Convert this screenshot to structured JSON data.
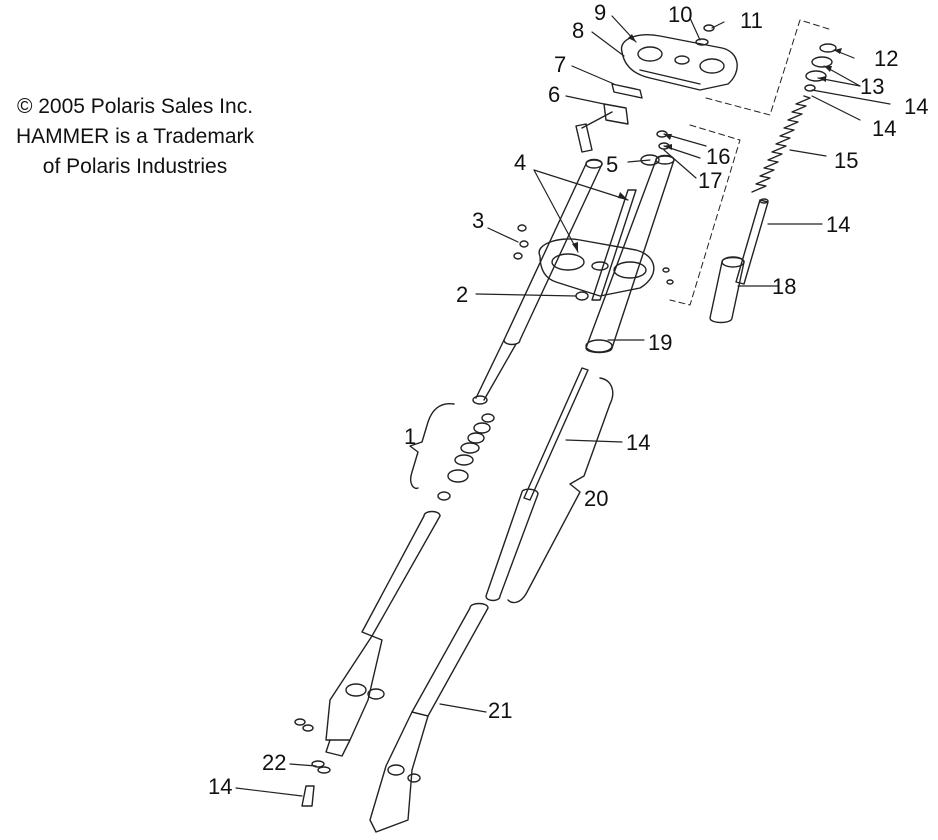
{
  "copyright": {
    "line1": "© 2005 Polaris Sales Inc.",
    "line2": "HAMMER is a Trademark",
    "line3": "of Polaris Industries"
  },
  "callouts": {
    "c1": "1",
    "c2": "2",
    "c3": "3",
    "c4": "4",
    "c5": "5",
    "c6": "6",
    "c7": "7",
    "c8": "8",
    "c9": "9",
    "c10": "10",
    "c11": "11",
    "c12": "12",
    "c13": "13",
    "c14a": "14",
    "c14b": "14",
    "c14c": "14",
    "c14d": "14",
    "c14e": "14",
    "c15": "15",
    "c16": "16",
    "c17": "17",
    "c18": "18",
    "c19": "19",
    "c20": "20",
    "c21": "21",
    "c22": "22"
  }
}
